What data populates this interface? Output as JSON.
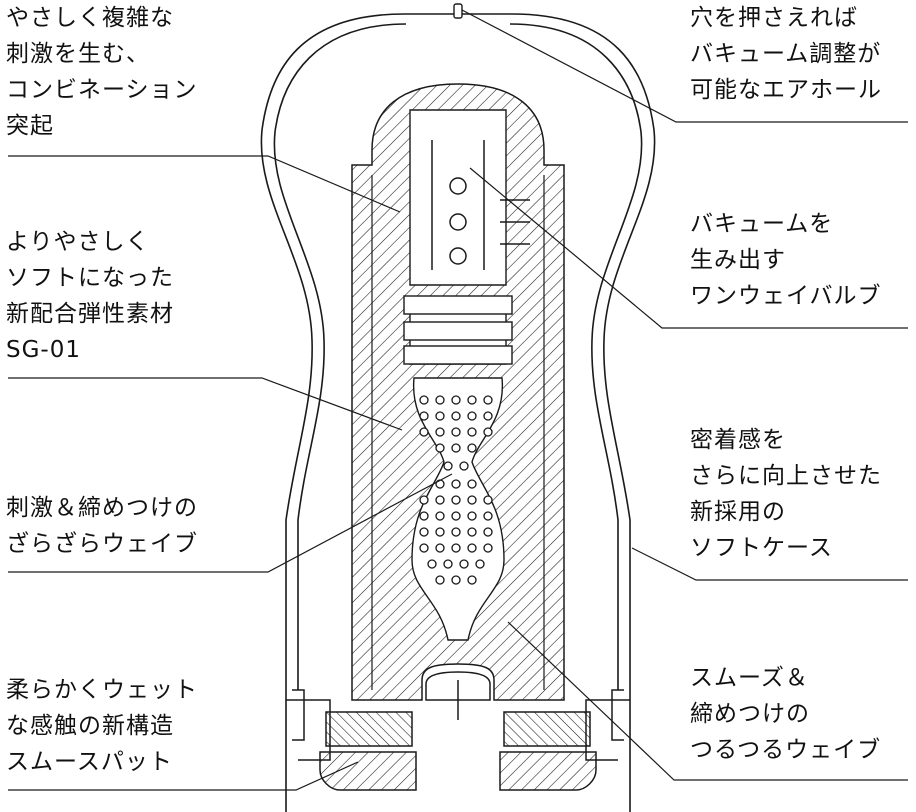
{
  "colors": {
    "ink": "#1a1a1a",
    "background": "#ffffff"
  },
  "labels": {
    "bumps": {
      "lines": [
        "やさしく複雑な",
        "刺激を生む、",
        "コンビネーション",
        "突起"
      ]
    },
    "material": {
      "lines": [
        "よりやさしく",
        "ソフトになった",
        "新配合弾性素材",
        "SG-01"
      ]
    },
    "wave_left": {
      "lines": [
        "刺激＆締めつけの",
        "ざらざらウェイブ"
      ]
    },
    "pad": {
      "lines": [
        "柔らかくウェット",
        "な感触の新構造",
        "スムースパット"
      ]
    },
    "air_hole": {
      "lines": [
        "穴を押さえれば",
        "バキューム調整が",
        "可能なエアホール"
      ]
    },
    "valve": {
      "lines": [
        "バキュームを",
        "生み出す",
        "ワンウェイバルブ"
      ]
    },
    "case": {
      "lines": [
        "密着感を",
        "さらに向上させた",
        "新採用の",
        "ソフトケース"
      ]
    },
    "wave_right": {
      "lines": [
        "スムーズ＆",
        "締めつけの",
        "つるつるウェイブ"
      ]
    }
  }
}
